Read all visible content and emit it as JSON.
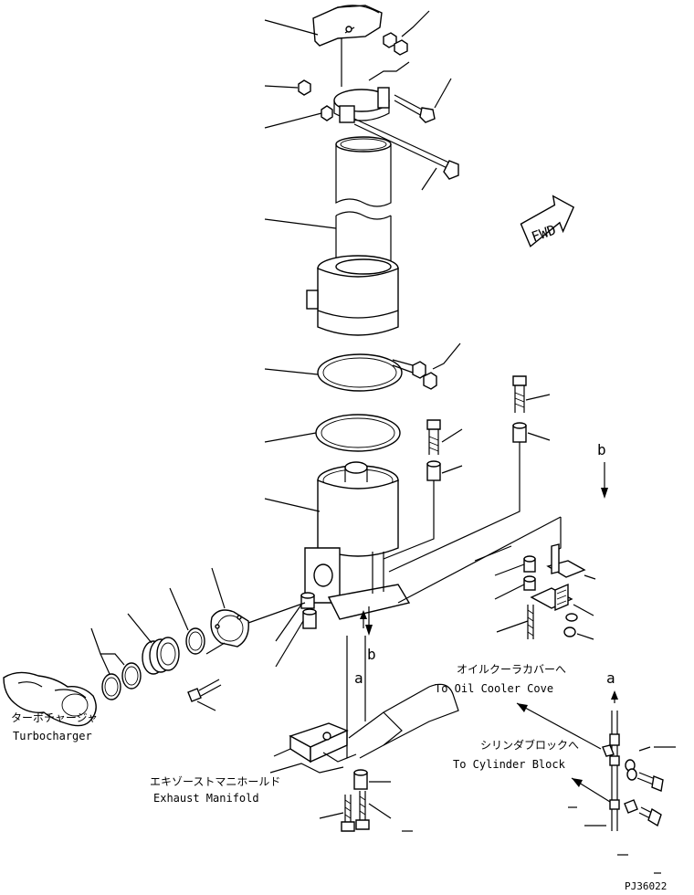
{
  "labels": {
    "oil_cooler_jp": "オイルクーラカバーへ",
    "oil_cooler_en": "To Oil Cooler Cove",
    "cylinder_block_jp": "シリンダブロックへ",
    "cylinder_block_en": "To Cylinder Block",
    "turbo_jp": "ターボチャージャ",
    "turbo_en": "Turbocharger",
    "manifold_jp": "エキゾーストマニホールド",
    "manifold_en": "Exhaust Manifold",
    "fwd": "FWD",
    "ref_a": "a",
    "ref_b": "b",
    "drawing_id": "PJ36022"
  }
}
